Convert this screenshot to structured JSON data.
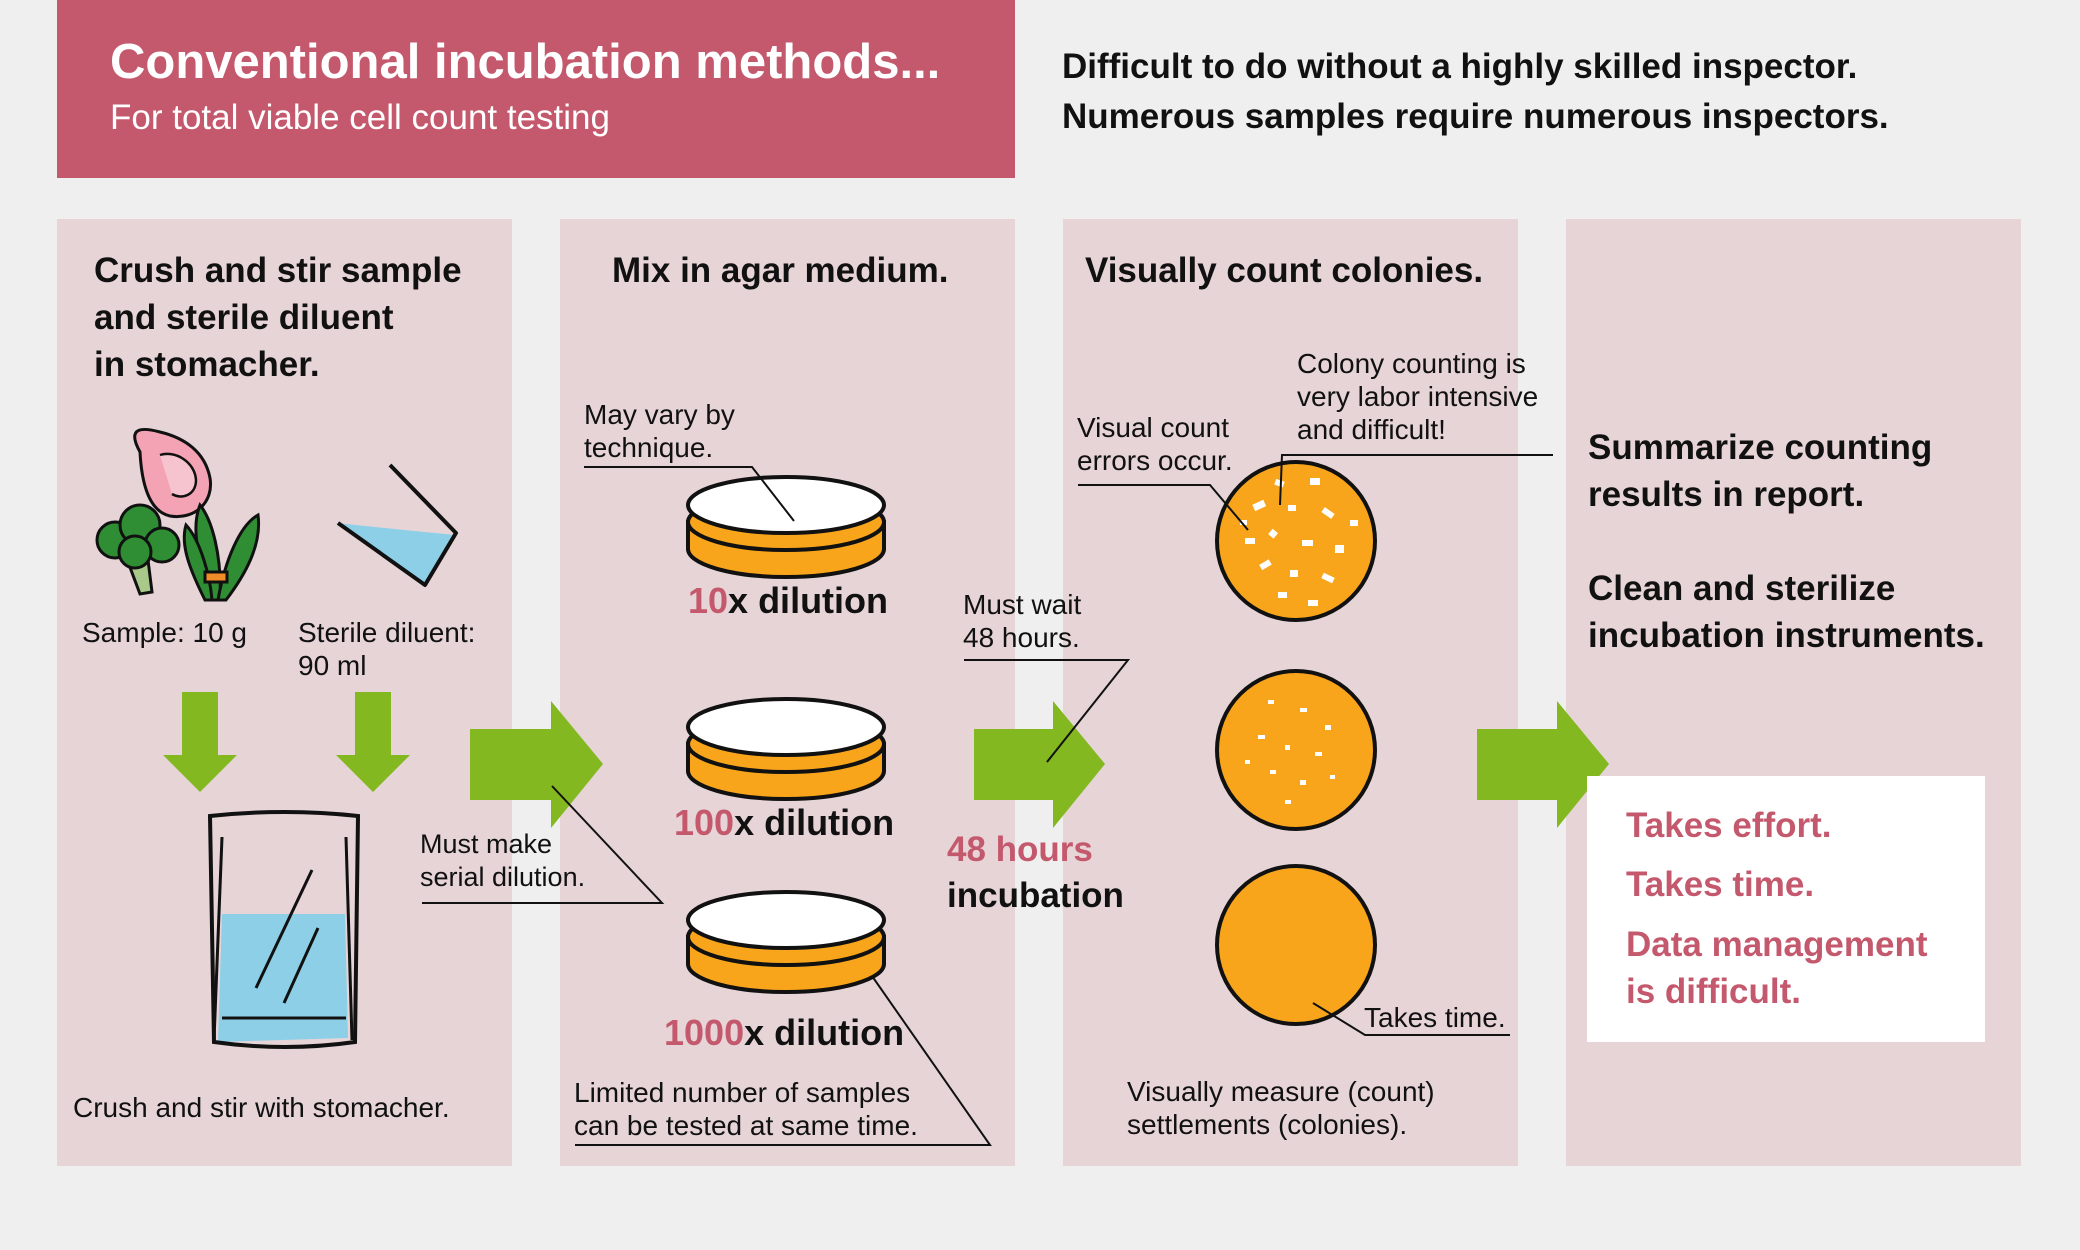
{
  "header": {
    "title": "Conventional incubation methods...",
    "subtitle": "For total viable cell count testing",
    "note_line1": "Difficult to do without a highly skilled inspector.",
    "note_line2": "Numerous samples require numerous inspectors."
  },
  "step1": {
    "title_line1": "Crush and stir sample",
    "title_line2": "and sterile diluent",
    "title_line3": "in stomacher.",
    "sample_label": "Sample: 10 g",
    "diluent_label_line1": "Sterile diluent:",
    "diluent_label_line2": "90 ml",
    "caption": "Crush and stir with stomacher."
  },
  "annotation_dilution": {
    "line1": "Must make",
    "line2": "serial dilution."
  },
  "step2": {
    "title": "Mix in agar medium.",
    "note_line1": "May vary by",
    "note_line2": "technique.",
    "dilutions": [
      {
        "num": "10",
        "suffix": "x dilution"
      },
      {
        "num": "100",
        "suffix": "x dilution"
      },
      {
        "num": "1000",
        "suffix": "x dilution"
      }
    ],
    "limit_line1": "Limited number of samples",
    "limit_line2": "can be tested at same time."
  },
  "incubation": {
    "wait_line1": "Must wait",
    "wait_line2": "48 hours.",
    "hours": "48 hours",
    "label": "incubation"
  },
  "step3": {
    "title": "Visually count colonies.",
    "errors_line1": "Visual count",
    "errors_line2": "errors occur.",
    "labor_line1": "Colony counting is",
    "labor_line2": "very labor intensive",
    "labor_line3": "and difficult!",
    "time_note": "Takes time.",
    "caption_line1": "Visually measure (count)",
    "caption_line2": "settlements (colonies)."
  },
  "step4": {
    "summary_line1": "Summarize counting",
    "summary_line2": "results in report.",
    "clean_line1": "Clean and sterilize",
    "clean_line2": "incubation instruments.",
    "results": [
      "Takes effort.",
      "Takes time.",
      "Data management",
      "is difficult."
    ]
  },
  "colors": {
    "header_bg": "#c4586c",
    "panel_bg": "#e6d4d7",
    "arrow_green": "#84b820",
    "agar_orange": "#f8a51c",
    "water_blue": "#8ecfe8",
    "accent_text": "#c4586c"
  }
}
